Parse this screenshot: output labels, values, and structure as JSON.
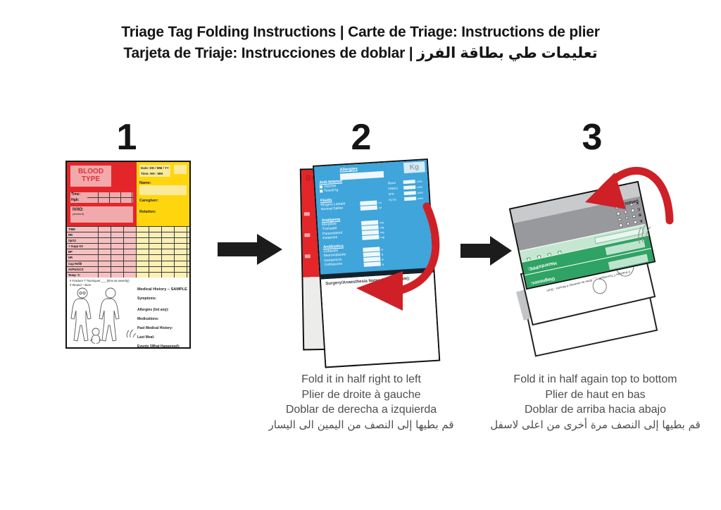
{
  "title": {
    "line1": "Triage Tag Folding Instructions | Carte de Triage: Instructions de plier",
    "line2": "Tarjeta de Triaje: Instrucciones de doblar | تعليمات طي بطاقة الفرز"
  },
  "colors": {
    "tag_red": "#E32629",
    "tag_yellow": "#FFD60D",
    "tag_blue": "#3FA5DA",
    "tag_green": "#2FA363",
    "tag_gray": "#98999D",
    "fold_arrow_red": "#CF2027",
    "step_arrow_black": "#1C1C1C",
    "caption_gray": "#4C4D4F"
  },
  "steps": {
    "one": {
      "number": "1"
    },
    "two": {
      "number": "2",
      "caption": [
        "Fold it in half right to left",
        "Plier de droite à gauche",
        "Doblar de derecha a izquierda",
        "قم بطيها إلى النصف من اليمين الى اليسار"
      ]
    },
    "three": {
      "number": "3",
      "caption": [
        "Fold it in half again top to bottom",
        "Plier de haut en bas",
        "Doblar de arriba hacia abajo",
        "قم بطيها إلى النصف مرة أخرى من اعلى لاسفل"
      ]
    }
  },
  "card1": {
    "blood_type": "BLOOD TYPE",
    "time_label": "Time:",
    "hgb_label": "Hgb:",
    "ivio_label": "IV/IO:",
    "ivio_sub": "(amount)",
    "date_line": "Date: DD / MM / YY",
    "time_line": "Time: HH : MM",
    "name_label": "Name:",
    "caregiver_label": "Caregiver:",
    "relation_label": "Relation:",
    "vitals": [
      "TIME",
      "RR",
      "SpO2",
      "+ Supp O2",
      "BP",
      "HR",
      "Cap Refill",
      "AVPU/GCS",
      "Temp °C"
    ],
    "legend1": "# Fracture    T Tourniquet ___ (time as severity)",
    "legend2": "# Wound    – Burn",
    "history_title": "Medical History – SAMPLE",
    "history": [
      "Symptoms:",
      "Allergies (list any):",
      "Medications:",
      "Past Medical History:",
      "Last Meal:",
      "Events (What Happened):"
    ]
  },
  "card2": {
    "ghost": "BLOOD",
    "kg_label": "Kg",
    "allergies_label": "Allergies",
    "anti_header": "Anti-tetanus",
    "anti_items": [
      "Vaccine",
      "Toxoid Ig"
    ],
    "fluids_header": "Fluids",
    "fluids_items": [
      "Ringers Lactate",
      "Normal Saline"
    ],
    "fluids_unit": "ml",
    "blood_items": [
      "Blood",
      "PRBCs",
      "FFP",
      "PLTS"
    ],
    "blood_unit": "units",
    "analgesia_header": "Analgesia",
    "analgesia_items": [
      "Morphine",
      "Tramadol",
      "Paracetamol",
      "Ketamine"
    ],
    "analgesia_unit": "mg",
    "antibiotics_header": "Antibiotics",
    "antibiotics_items": [
      "Cefazolin",
      "Metronidazole",
      "Gentamicin",
      "Ceftriaxone"
    ],
    "antibiotics_unit": "g",
    "surgery_note": "Surgery/Anaesthesia Notes (if applicable):"
  },
  "card3": {
    "details_label": "Details:",
    "assessment_letters": [
      "A",
      "B",
      "C",
      "X"
    ],
    "hazards_label": "Hazards/PPE:",
    "diagnoses_label": "Diagnoses:",
    "legend": "# Fracture    T Tourniquet ___ (time as severity)    # Wound    – Burn"
  }
}
